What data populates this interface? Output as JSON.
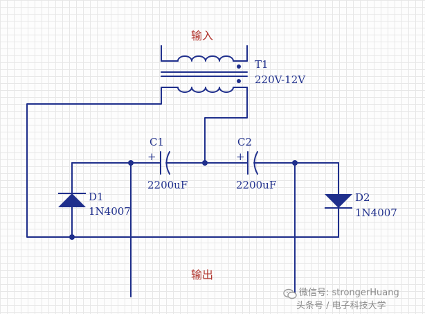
{
  "labels": {
    "input": "输入",
    "output": "输出",
    "transformer_ref": "T1",
    "transformer_value": "220V-12V",
    "c1_ref": "C1",
    "c1_value": "2200uF",
    "c2_ref": "C2",
    "c2_value": "2200uF",
    "d1_ref": "D1",
    "d1_value": "1N4007",
    "d2_ref": "D2",
    "d2_value": "1N4007",
    "plus": "+"
  },
  "watermark": {
    "line1": "微信号: strongerHuang",
    "line2": "头条号 / 电子科技大学"
  },
  "colors": {
    "wire": "#1f2f8c",
    "label": "#1f2f8c",
    "title": "#b0332c",
    "watermark": "#8a8a8a"
  }
}
